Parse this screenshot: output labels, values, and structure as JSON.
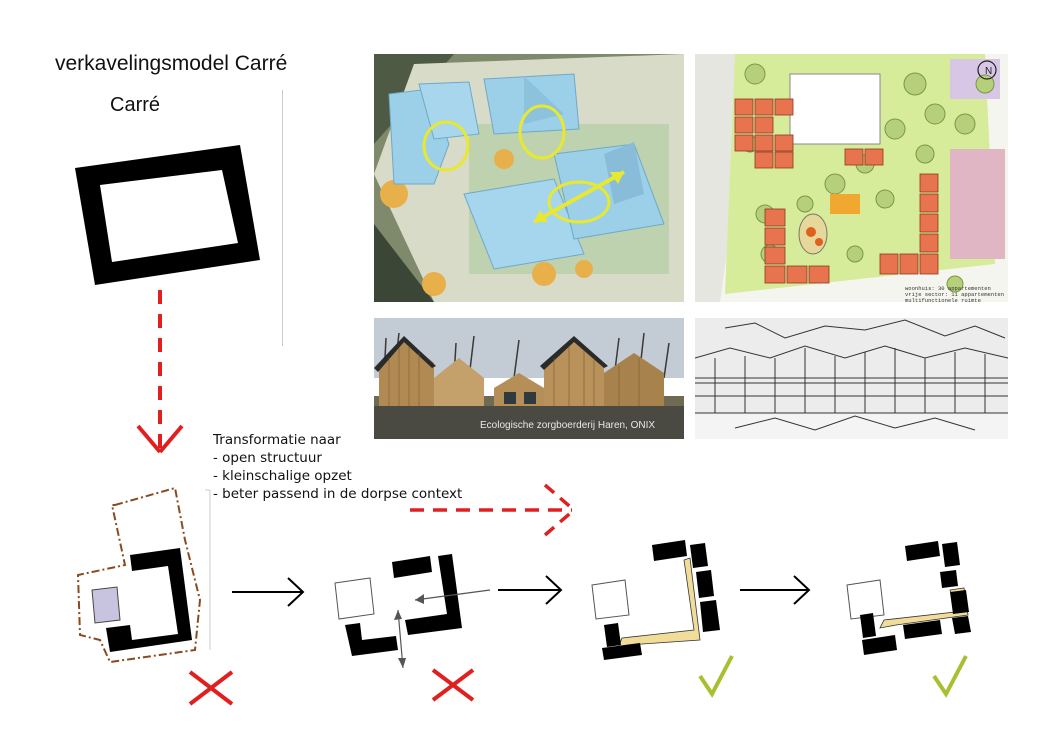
{
  "title": "verkavelingsmodel Carré",
  "subtitle": "Carré",
  "notes": {
    "heading": "Transformatie naar",
    "items": [
      "- open structuur",
      "- kleinschalige opzet",
      "- beter passend in de dorpse context"
    ]
  },
  "photo_caption": "Ecologische zorgboerderij Haren, ONIX",
  "plan_legend": [
    "woonhuis: 30 appartementen",
    "vrije sector: 11 appartementen",
    "multifunctionele ruimte"
  ],
  "colors": {
    "accent_red": "#e02020",
    "check_green": "#a8c030",
    "building_black": "#000000",
    "pathway_yellow": "#f2dc9a",
    "model_blue": "#8ec6e0",
    "plan_green": "#cde68a",
    "plan_red": "#e8734f"
  },
  "icons": [
    "cross-icon",
    "check-icon",
    "arrow-right-icon",
    "dashed-arrow-down-icon",
    "dashed-arrow-right-icon"
  ]
}
